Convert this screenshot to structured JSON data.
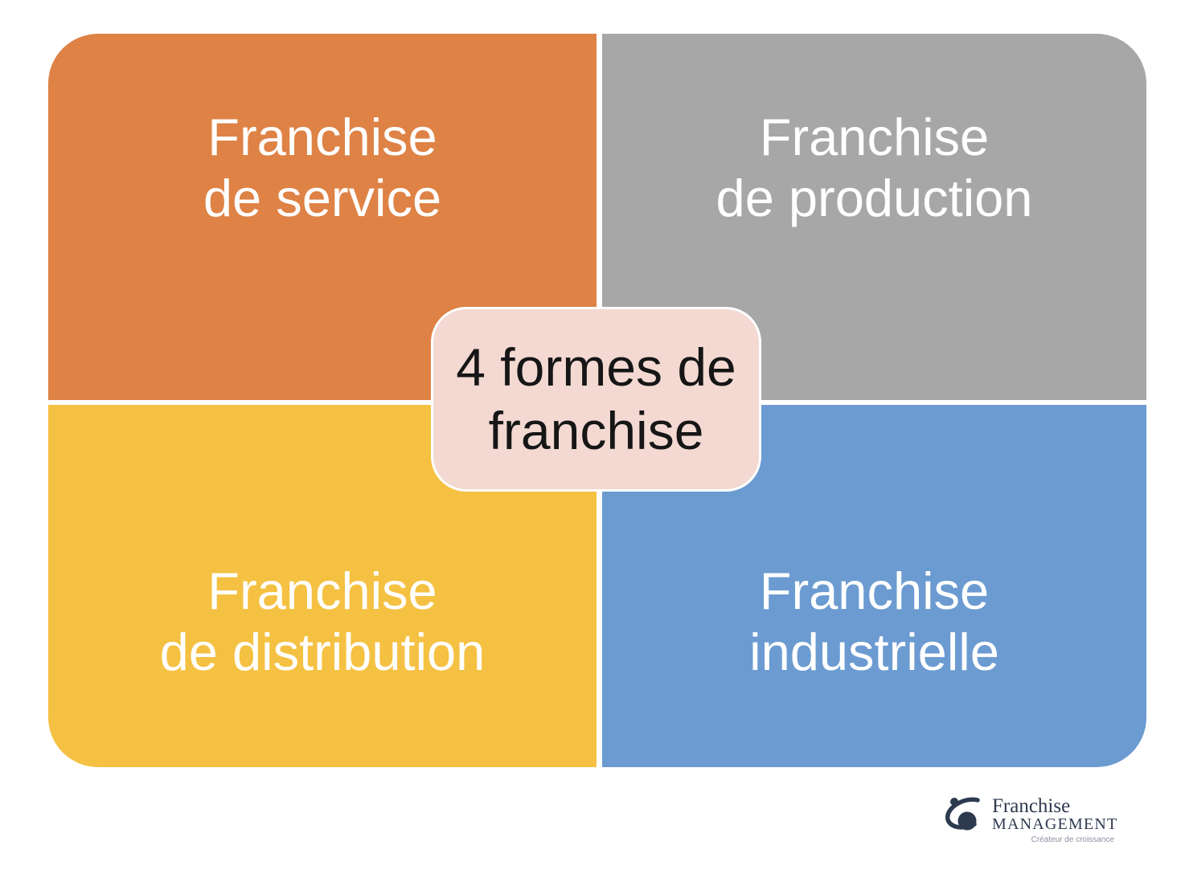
{
  "diagram": {
    "center": {
      "line1": "4 formes de",
      "line2": "franchise",
      "bg": "#F3D9D2",
      "border_color": "#FFFFFF",
      "text_color": "#161616"
    },
    "quadrants": [
      {
        "name": "franchise-de-service",
        "line1": "Franchise",
        "line2": "de service",
        "color": "#DE8245",
        "position": "top-left"
      },
      {
        "name": "franchise-de-production",
        "line1": "Franchise",
        "line2": "de production",
        "color": "#A7A7A7",
        "position": "top-right"
      },
      {
        "name": "franchise-de-distribution",
        "line1": "Franchise",
        "line2": "de distribution",
        "color": "#F5C142",
        "position": "bottom-left"
      },
      {
        "name": "franchise-industrielle",
        "line1": "Franchise",
        "line2": "industrielle",
        "color": "#6B9BD1",
        "position": "bottom-right"
      }
    ],
    "block_text_color": "#FFFFFF"
  },
  "logo": {
    "brand_line1": "Franchise",
    "brand_line2": "MANAGEMENT",
    "tagline": "Créateur de croissance",
    "brand_color": "#2E3A50",
    "tagline_color": "#8A90A0"
  }
}
